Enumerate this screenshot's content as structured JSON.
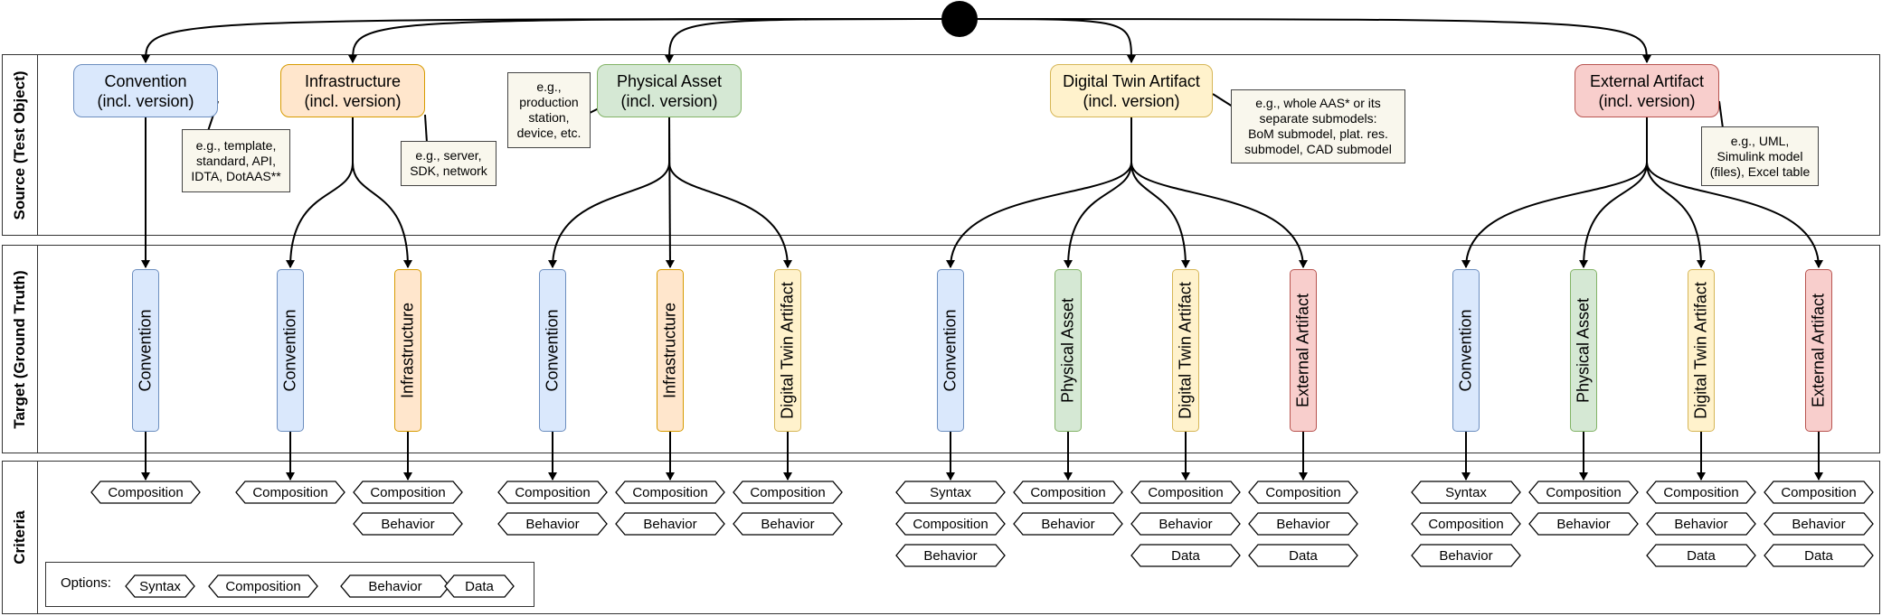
{
  "bands": {
    "source": "Source (Test Object)",
    "target": "Target (Ground Truth)",
    "criteria": "Criteria"
  },
  "colors": {
    "blue": {
      "fill": "#dae8fc",
      "stroke": "#6c8ebf"
    },
    "orange": {
      "fill": "#ffe6cc",
      "stroke": "#d79b00"
    },
    "green": {
      "fill": "#d5e8d4",
      "stroke": "#82b366"
    },
    "yellow": {
      "fill": "#fff2cc",
      "stroke": "#d6b656"
    },
    "red": {
      "fill": "#f8cecc",
      "stroke": "#b85450"
    }
  },
  "sources": [
    {
      "line1": "Convention",
      "line2": "(incl. version)",
      "color": "blue"
    },
    {
      "line1": "Infrastructure",
      "line2": "(incl. version)",
      "color": "orange"
    },
    {
      "line1": "Physical Asset",
      "line2": "(incl. version)",
      "color": "green"
    },
    {
      "line1": "Digital Twin Artifact",
      "line2": "(incl. version)",
      "color": "yellow"
    },
    {
      "line1": "External Artifact",
      "line2": "(incl. version)",
      "color": "red"
    }
  ],
  "notes": [
    {
      "lines": [
        "e.g., template,",
        "standard, API,",
        "IDTA, DotAAS**"
      ]
    },
    {
      "lines": [
        "e.g., server,",
        "SDK, network"
      ]
    },
    {
      "lines": [
        "e.g.,",
        "production",
        "station,",
        "device, etc."
      ]
    },
    {
      "lines": [
        "e.g., whole AAS* or its",
        "separate submodels:",
        "BoM submodel, plat. res.",
        "submodel, CAD submodel"
      ]
    },
    {
      "lines": [
        "e.g., UML,",
        "Simulink model",
        "(files), Excel table"
      ]
    }
  ],
  "targets": [
    {
      "label": "Convention",
      "color": "blue",
      "criteria": [
        "Composition"
      ]
    },
    {
      "label": "Convention",
      "color": "blue",
      "criteria": [
        "Composition"
      ]
    },
    {
      "label": "Infrastructure",
      "color": "orange",
      "criteria": [
        "Composition",
        "Behavior"
      ]
    },
    {
      "label": "Convention",
      "color": "blue",
      "criteria": [
        "Composition",
        "Behavior"
      ]
    },
    {
      "label": "Infrastructure",
      "color": "orange",
      "criteria": [
        "Composition",
        "Behavior"
      ]
    },
    {
      "label": "Digital Twin Artifact",
      "color": "yellow",
      "criteria": [
        "Composition",
        "Behavior"
      ]
    },
    {
      "label": "Convention",
      "color": "blue",
      "criteria": [
        "Syntax",
        "Composition",
        "Behavior"
      ]
    },
    {
      "label": "Physical Asset",
      "color": "green",
      "criteria": [
        "Composition",
        "Behavior"
      ]
    },
    {
      "label": "Digital Twin Artifact",
      "color": "yellow",
      "criteria": [
        "Composition",
        "Behavior",
        "Data"
      ]
    },
    {
      "label": "External Artifact",
      "color": "red",
      "criteria": [
        "Composition",
        "Behavior",
        "Data"
      ]
    },
    {
      "label": "Convention",
      "color": "blue",
      "criteria": [
        "Syntax",
        "Composition",
        "Behavior"
      ]
    },
    {
      "label": "Physical Asset",
      "color": "green",
      "criteria": [
        "Composition",
        "Behavior"
      ]
    },
    {
      "label": "Digital Twin Artifact",
      "color": "yellow",
      "criteria": [
        "Composition",
        "Behavior",
        "Data"
      ]
    },
    {
      "label": "External Artifact",
      "color": "red",
      "criteria": [
        "Composition",
        "Behavior",
        "Data"
      ]
    }
  ],
  "legend": {
    "label": "Options:",
    "options": [
      "Syntax",
      "Composition",
      "Behavior",
      "Data"
    ]
  }
}
